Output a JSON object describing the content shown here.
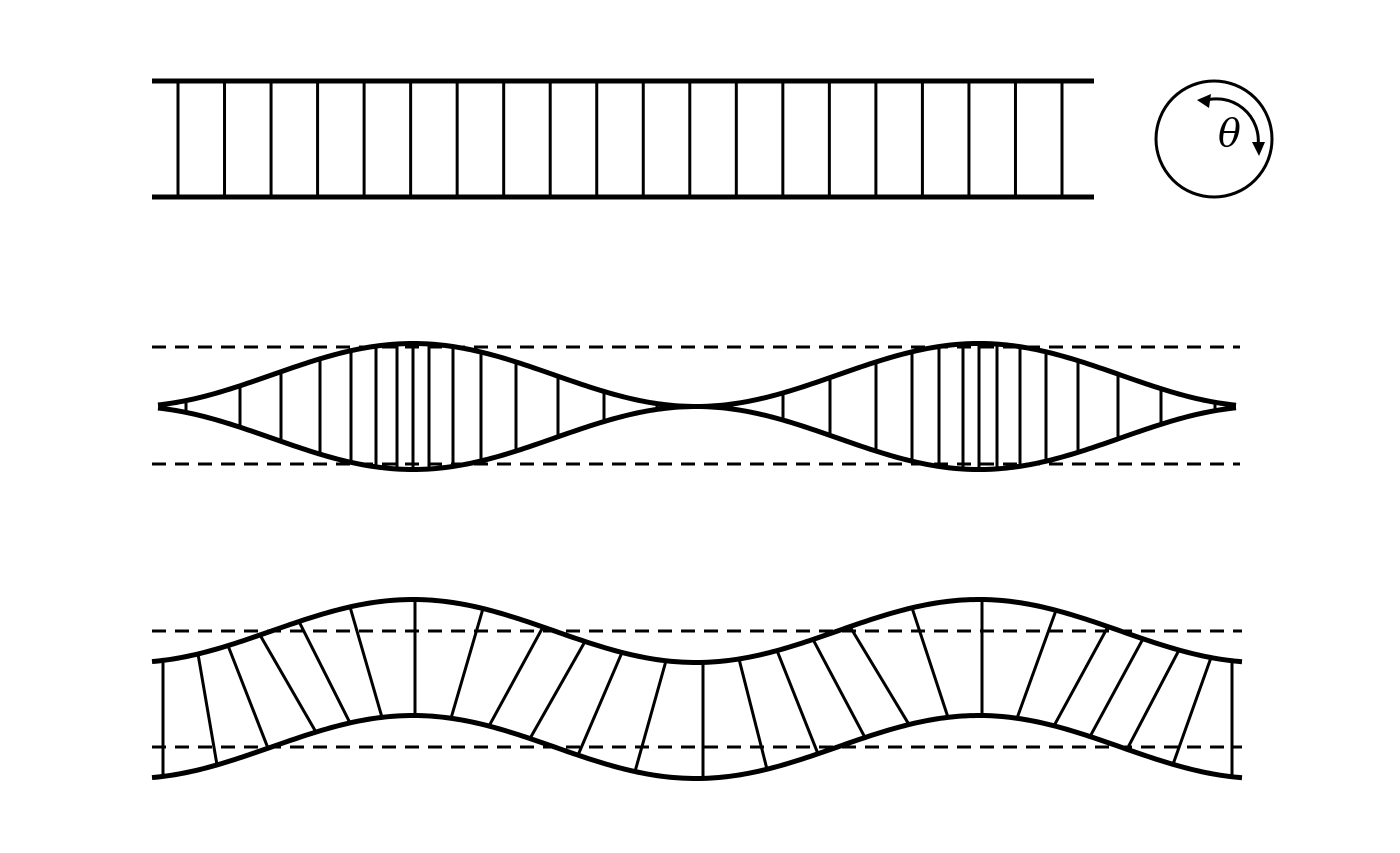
{
  "figure": {
    "panels": [
      {
        "id": "panel-uniform",
        "kind": "uniform",
        "rungs": 20
      },
      {
        "id": "panel-compressed",
        "kind": "compressional",
        "periods": 2
      },
      {
        "id": "panel-twisted",
        "kind": "torsional",
        "periods": 2
      }
    ],
    "rotation_symbol": {
      "label": "θ",
      "icon": "clockwise-rotation-arrow-icon"
    },
    "colors": {
      "stroke": "#000000",
      "background": "#ffffff"
    }
  }
}
